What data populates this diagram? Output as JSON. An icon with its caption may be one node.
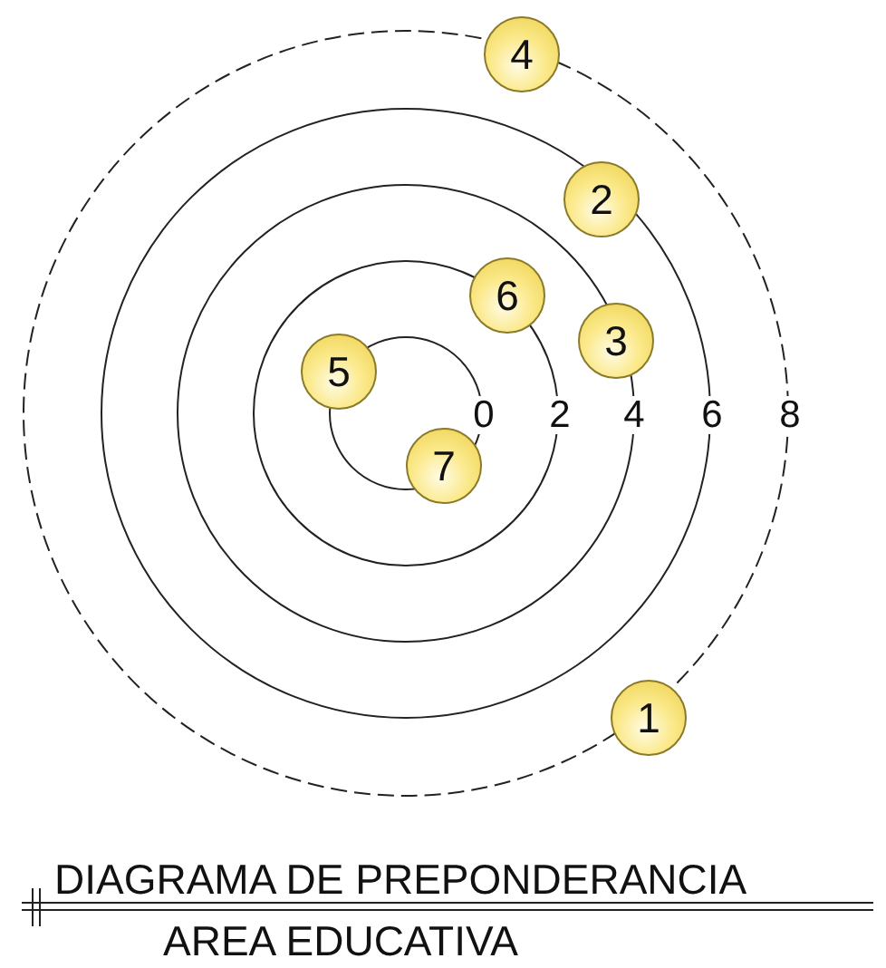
{
  "diagram": {
    "title": "DIAGRAMA DE PREPONDERANCIA",
    "caption": "AREA EDUCATIVA",
    "nodes": [
      {
        "text": [
          "1"
        ]
      },
      {
        "text": [
          "2"
        ]
      },
      {
        "text": [
          "3"
        ]
      },
      {
        "text": [
          "4"
        ]
      },
      {
        "text": [
          "5"
        ]
      },
      {
        "text": [
          "6"
        ]
      },
      {
        "text": [
          "7"
        ]
      }
    ],
    "labels": [
      "0",
      "2",
      "4",
      "6",
      "8"
    ]
  }
}
